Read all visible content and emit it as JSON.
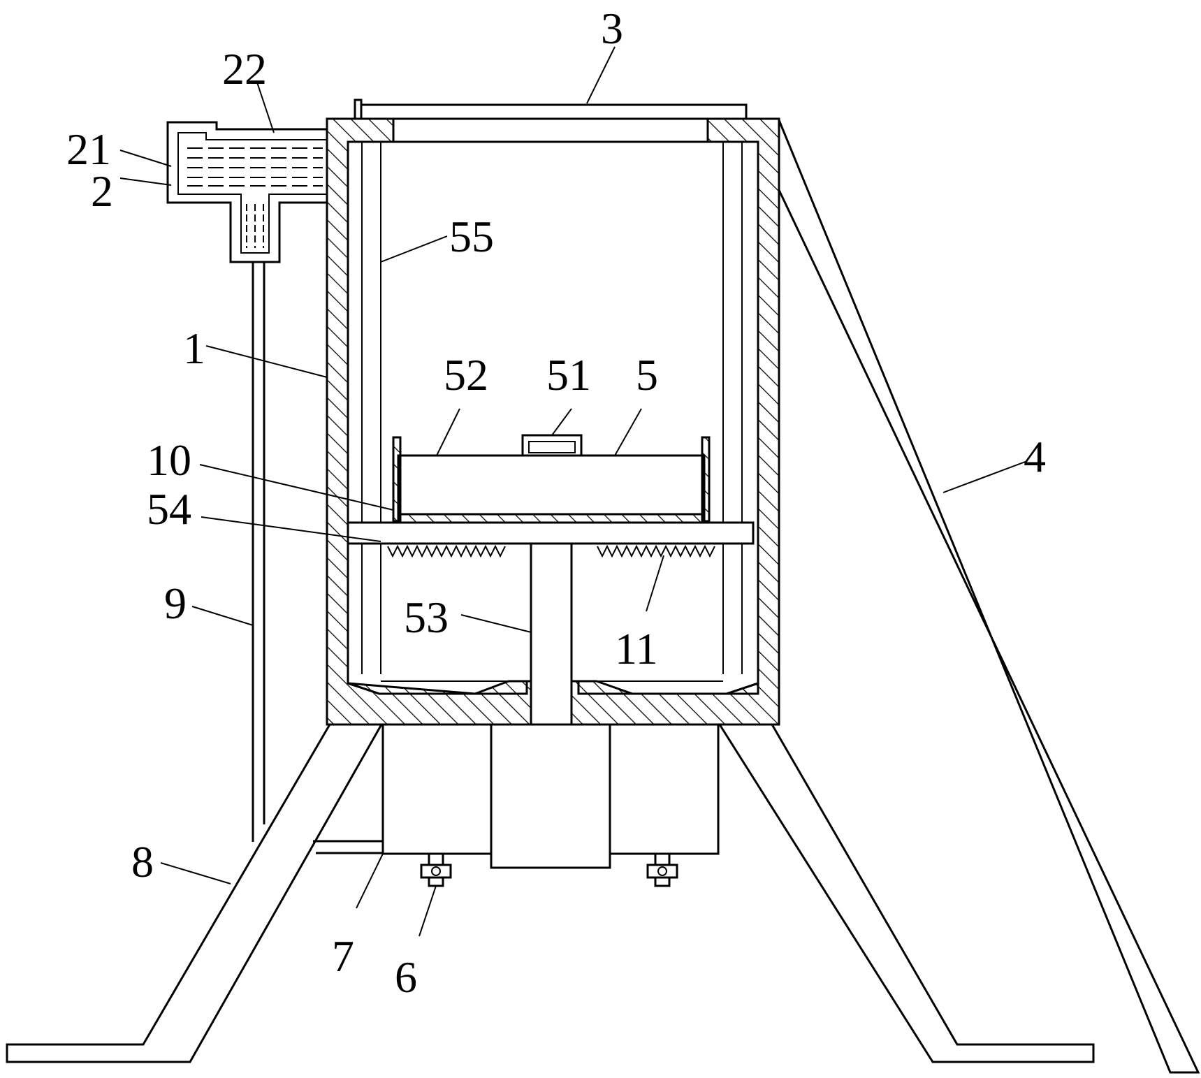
{
  "labels": {
    "l1": "1",
    "l2": "2",
    "l3": "3",
    "l4": "4",
    "l5": "5",
    "l6": "6",
    "l7": "7",
    "l8": "8",
    "l9": "9",
    "l10": "10",
    "l11": "11",
    "l21": "21",
    "l22": "22",
    "l51": "51",
    "l52": "52",
    "l53": "53",
    "l54": "54",
    "l55": "55"
  }
}
